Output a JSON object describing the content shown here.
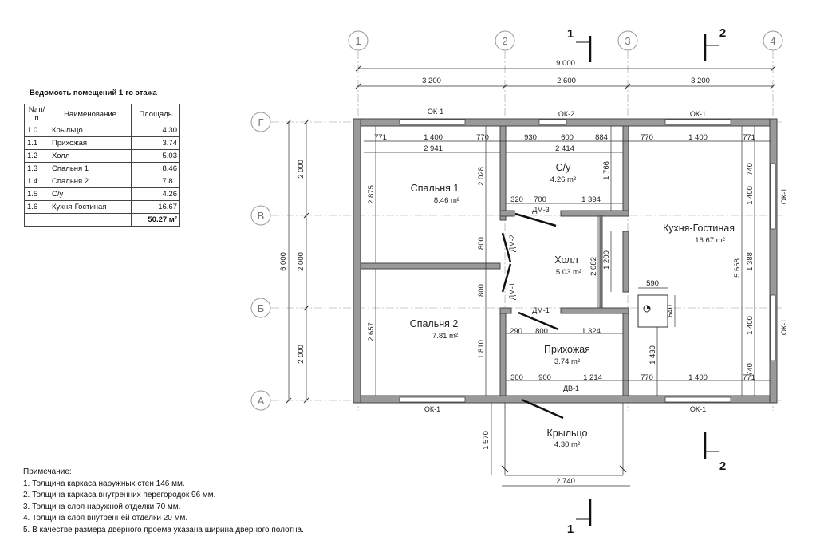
{
  "schedule": {
    "title": "Ведомость помещений 1-го этажа",
    "headers": [
      "№ п/п",
      "Наименование",
      "Площадь"
    ],
    "rows": [
      {
        "num": "1.0",
        "name": "Крыльцо",
        "area": "4.30"
      },
      {
        "num": "1.1",
        "name": "Прихожая",
        "area": "3.74"
      },
      {
        "num": "1.2",
        "name": "Холл",
        "area": "5.03"
      },
      {
        "num": "1.3",
        "name": "Спальня 1",
        "area": "8.46"
      },
      {
        "num": "1.4",
        "name": "Спальня 2",
        "area": "7.81"
      },
      {
        "num": "1.5",
        "name": "С/у",
        "area": "4.26"
      },
      {
        "num": "1.6",
        "name": "Кухня-Гостиная",
        "area": "16.67"
      }
    ],
    "total": "50.27 м²"
  },
  "notes": {
    "heading": "Примечание:",
    "items": [
      "1. Толщина каркаса наружных стен 146 мм.",
      "2. Толщина каркаса внутренних перегородок 96 мм.",
      "3. Толщина слоя наружной отделки 70 мм.",
      "4. Толщина слоя внутренней отделки 20 мм.",
      "5. В качестве размера дверного проема указана ширина дверного полотна."
    ]
  },
  "axes": {
    "columns": [
      "1",
      "2",
      "3",
      "4"
    ],
    "rows": [
      "Г",
      "В",
      "Б",
      "А"
    ]
  },
  "overall_dims": {
    "total_width": "9 000",
    "spans": [
      "3 200",
      "2 600",
      "3 200"
    ],
    "total_depth": "6 000",
    "row_spans": [
      "2 000",
      "2 000",
      "2 000"
    ]
  },
  "rooms": {
    "bedroom1": {
      "name": "Спальня 1",
      "area": "8.46 m²"
    },
    "bathroom": {
      "name": "С/у",
      "area": "4.26 m²"
    },
    "kitchen": {
      "name": "Кухня-Гостиная",
      "area": "16.67 m²"
    },
    "hall": {
      "name": "Холл",
      "area": "5.03 m²"
    },
    "bedroom2": {
      "name": "Спальня 2",
      "area": "7.81 m²"
    },
    "entrance": {
      "name": "Прихожая",
      "area": "3.74 m²"
    },
    "porch": {
      "name": "Крыльцо",
      "area": "4.30 m²"
    }
  },
  "labels": {
    "ok1_top": "ОК-1",
    "ok2_top": "ОК-2",
    "ok1_top_right": "ОК-1",
    "ok1_bottom_left": "ОК-1",
    "ok1_bottom_right": "ОК-1",
    "ok1_right_top": "ОК-1",
    "ok1_right_bottom": "ОК-1",
    "dm3": "ДМ-3",
    "dm2": "ДМ-2",
    "dm1_v": "ДМ-1",
    "dm1_h": "ДМ-1",
    "dv1": "ДВ-1"
  },
  "sections": {
    "s1": "1",
    "s2": "2"
  },
  "dims": {
    "top_771": "771",
    "top_1400a": "1 400",
    "top_770a": "770",
    "top_2941": "2 941",
    "top_930": "930",
    "top_600": "600",
    "top_884": "884",
    "top_2414": "2 414",
    "top_770b": "770",
    "top_1400b": "1 400",
    "top_771b": "771",
    "d_320": "320",
    "d_700": "700",
    "d_1394": "1 394",
    "d_290": "290",
    "d_800a": "800",
    "d_1324": "1 324",
    "b_300": "300",
    "b_900": "900",
    "b_1214": "1 214",
    "b_770": "770",
    "b_1400": "1 400",
    "b_771": "771",
    "v_2875": "2 875",
    "v_2657": "2 657",
    "v_2028": "2 028",
    "v_800a": "800",
    "v_800b": "800",
    "v_1810": "1 810",
    "v_1766": "1 766",
    "v_2082": "2 082",
    "v_1200": "1 200",
    "v_1430": "1 430",
    "v_5668": "5 668",
    "r_740a": "740",
    "r_1400a": "1 400",
    "r_1388": "1 388",
    "r_1400b": "1 400",
    "r_740b": "740",
    "stove_590": "590",
    "stove_640": "640",
    "porch_1570": "1 570",
    "porch_2740": "2 740"
  }
}
